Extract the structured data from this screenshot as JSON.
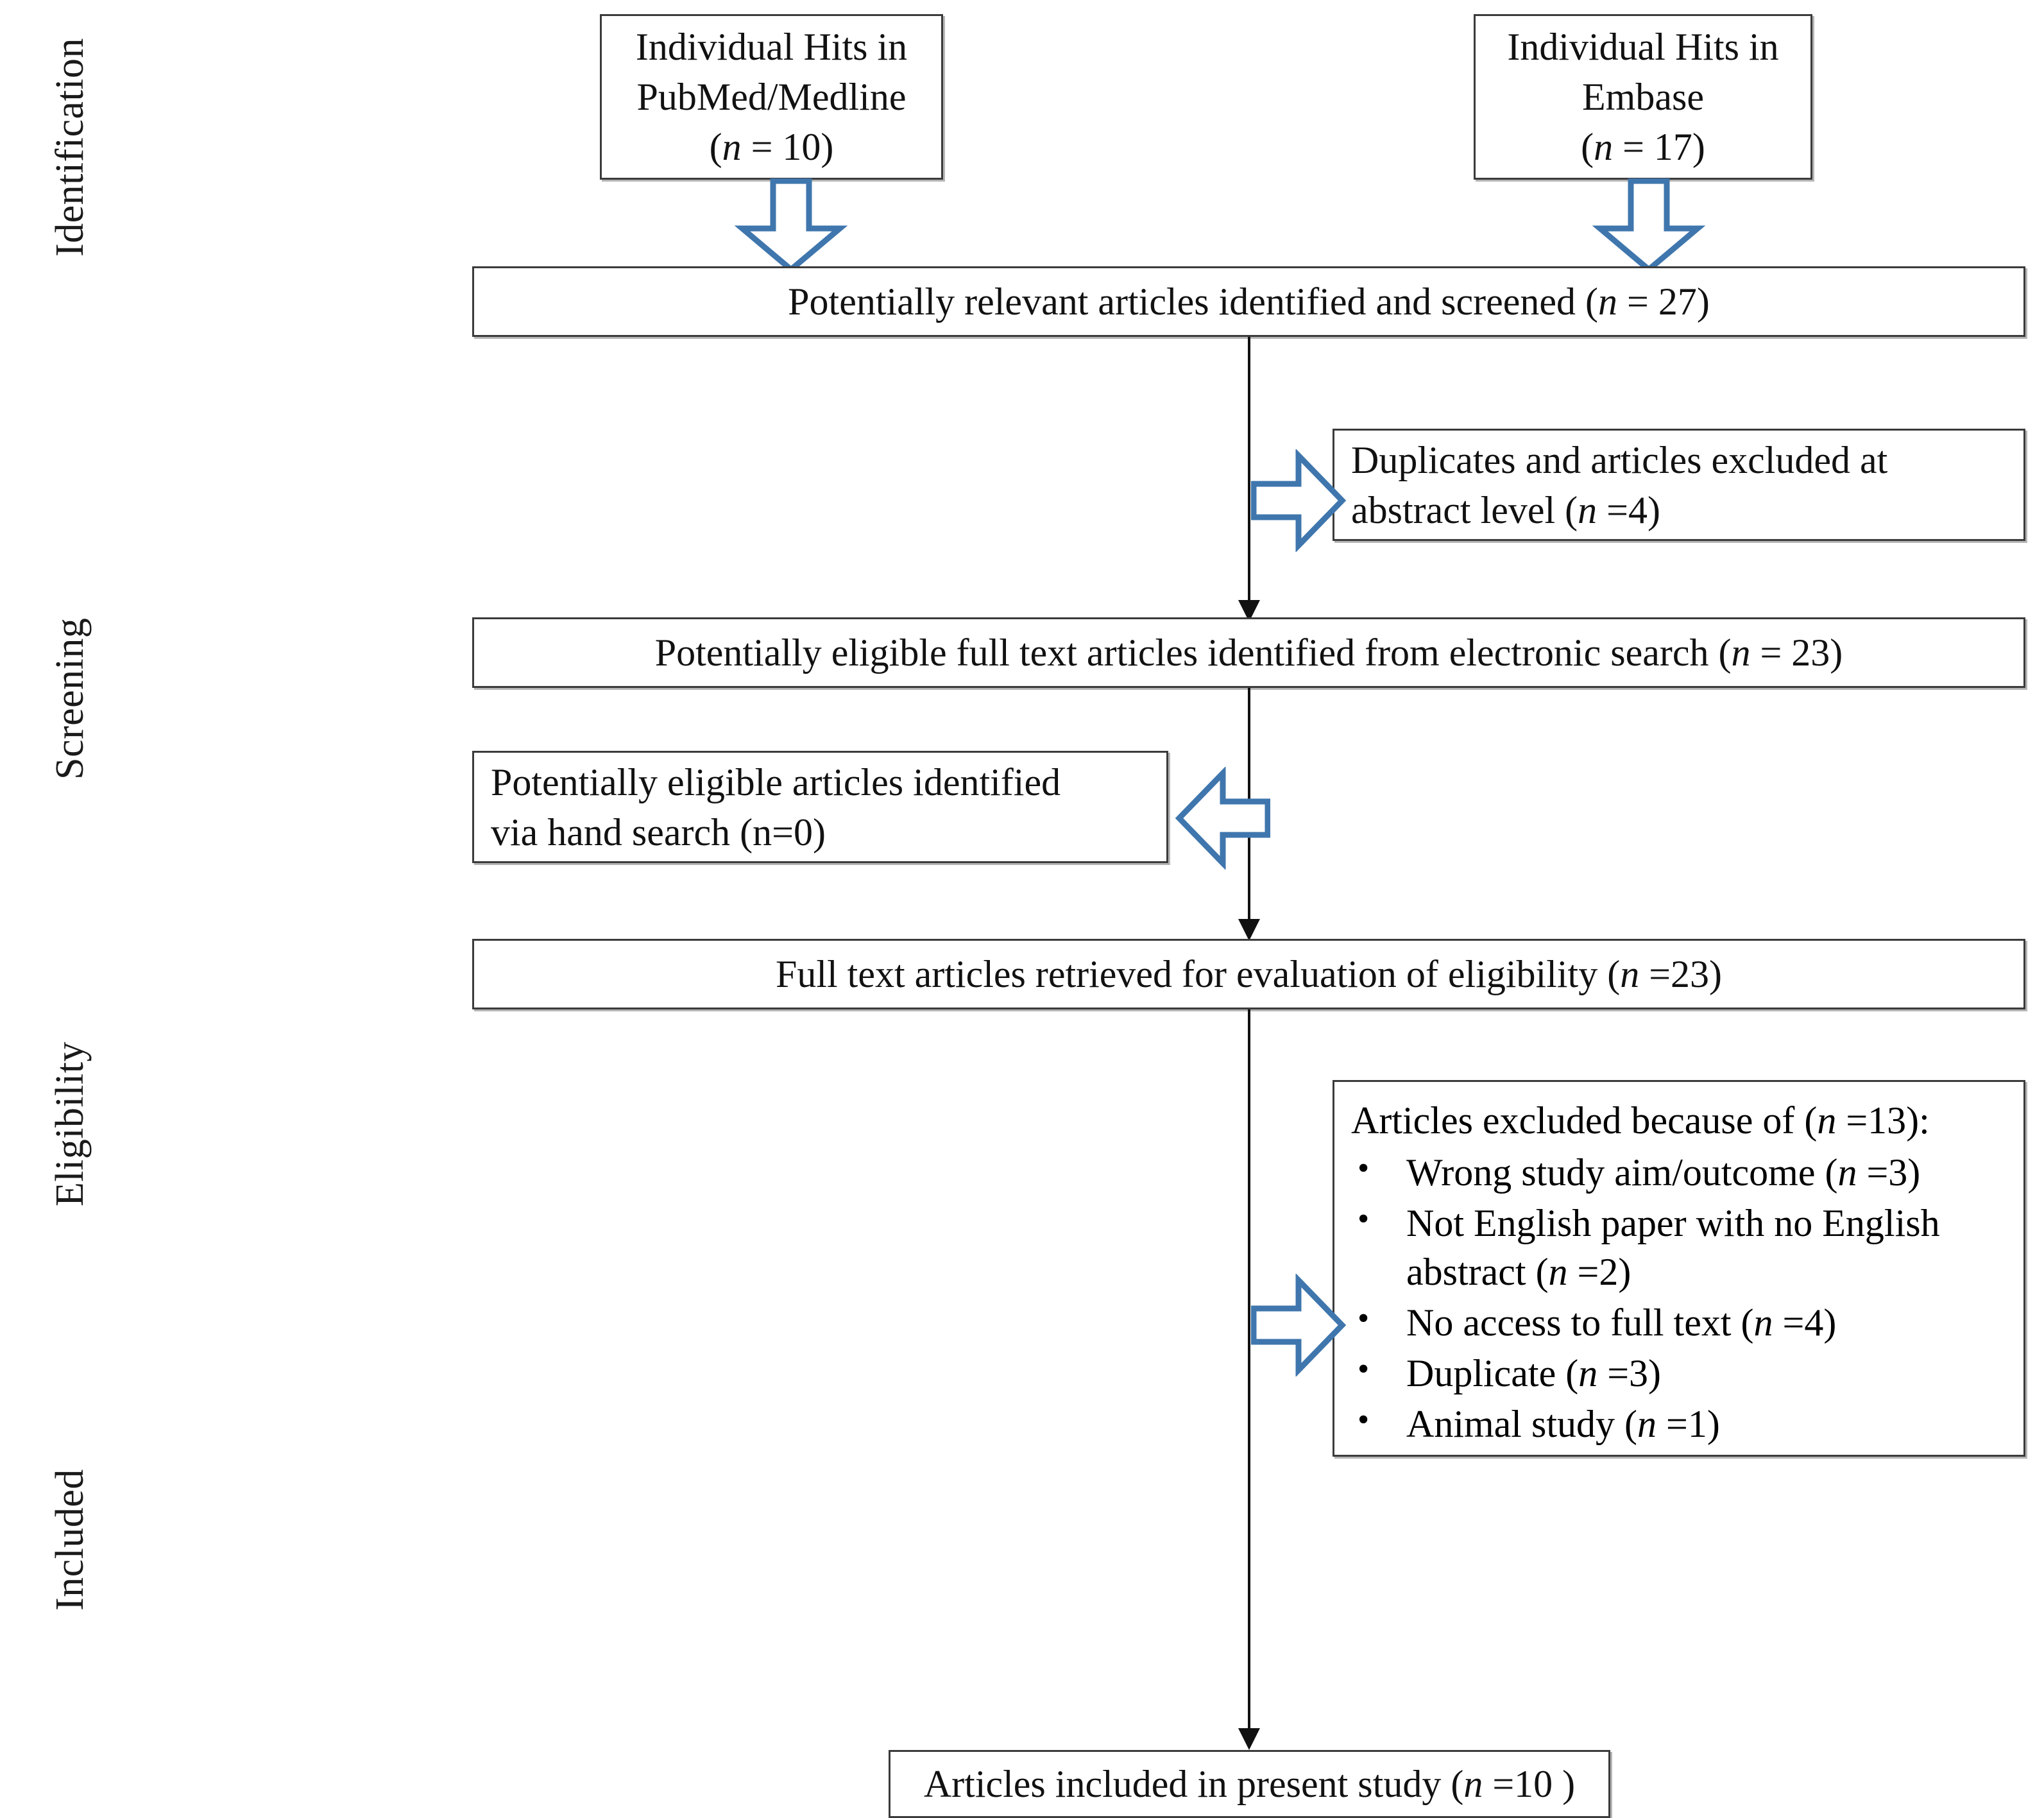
{
  "diagram": {
    "type": "prisma-flow-diagram",
    "accent_color": "#3f76ad",
    "border_color": "#3b3b3b",
    "text_color": "#111111",
    "background": "#ffffff"
  },
  "stages": [
    {
      "id": "identification",
      "label": "Identification"
    },
    {
      "id": "screening",
      "label": "Screening"
    },
    {
      "id": "eligibility",
      "label": "Eligibility"
    },
    {
      "id": "included",
      "label": "Included"
    }
  ],
  "boxes": {
    "pubmed": {
      "line1": "Individual Hits in",
      "line2": "PubMed/Medline",
      "n_prefix": "(",
      "n_italic": "n",
      "n_value": " = 10)"
    },
    "embase": {
      "line1": "Individual Hits in",
      "line2": "Embase",
      "n_prefix": "(",
      "n_italic": "n",
      "n_value": " = 17)"
    },
    "screened": {
      "text": "Potentially relevant articles identified and screened (",
      "n_italic": "n",
      "n_value": " = 27)"
    },
    "duplicates_excluded": {
      "line1": "Duplicates and articles excluded at",
      "line2": "abstract level (",
      "n_italic": "n",
      "n_value": " =4)"
    },
    "eligible_fulltext": {
      "text": "Potentially eligible  full text articles identified from electronic search (",
      "n_italic": "n",
      "n_value": " = 23)"
    },
    "hand_search": {
      "line1": "Potentially eligible  articles identified",
      "line2": "via hand search (n=0)"
    },
    "retrieved": {
      "text": "Full text articles retrieved for evaluation of eligibility  (",
      "n_italic": "n",
      "n_value": " =23)"
    },
    "excluded": {
      "header_pre": "Articles excluded because of (",
      "header_italic": "n",
      "header_post": " =13):",
      "bullet_glyph": "•",
      "items": [
        {
          "text": "Wrong study aim/outcome (",
          "italic": "n",
          "post": " =3)"
        },
        {
          "text": "Not English paper with no English abstract (",
          "italic": "n",
          "post": " =2)"
        },
        {
          "text": "No access to full text (",
          "italic": "n",
          "post": " =4)"
        },
        {
          "text": "Duplicate (",
          "italic": "n",
          "post": " =3)"
        },
        {
          "text": "Animal study (",
          "italic": "n",
          "post": " =1)"
        }
      ]
    },
    "included_final": {
      "text": "Articles included in present study (",
      "n_italic": "n",
      "n_value": " =10 )"
    }
  },
  "counts": {
    "pubmed_hits": 10,
    "embase_hits": 17,
    "screened": 27,
    "excluded_abstract_level": 4,
    "eligible_full_text": 23,
    "hand_search": 0,
    "retrieved_for_eligibility": 23,
    "excluded_total": 13,
    "excluded_wrong_aim": 3,
    "excluded_not_english": 2,
    "excluded_no_access": 4,
    "excluded_duplicate": 3,
    "excluded_animal": 1,
    "included_final": 10
  }
}
